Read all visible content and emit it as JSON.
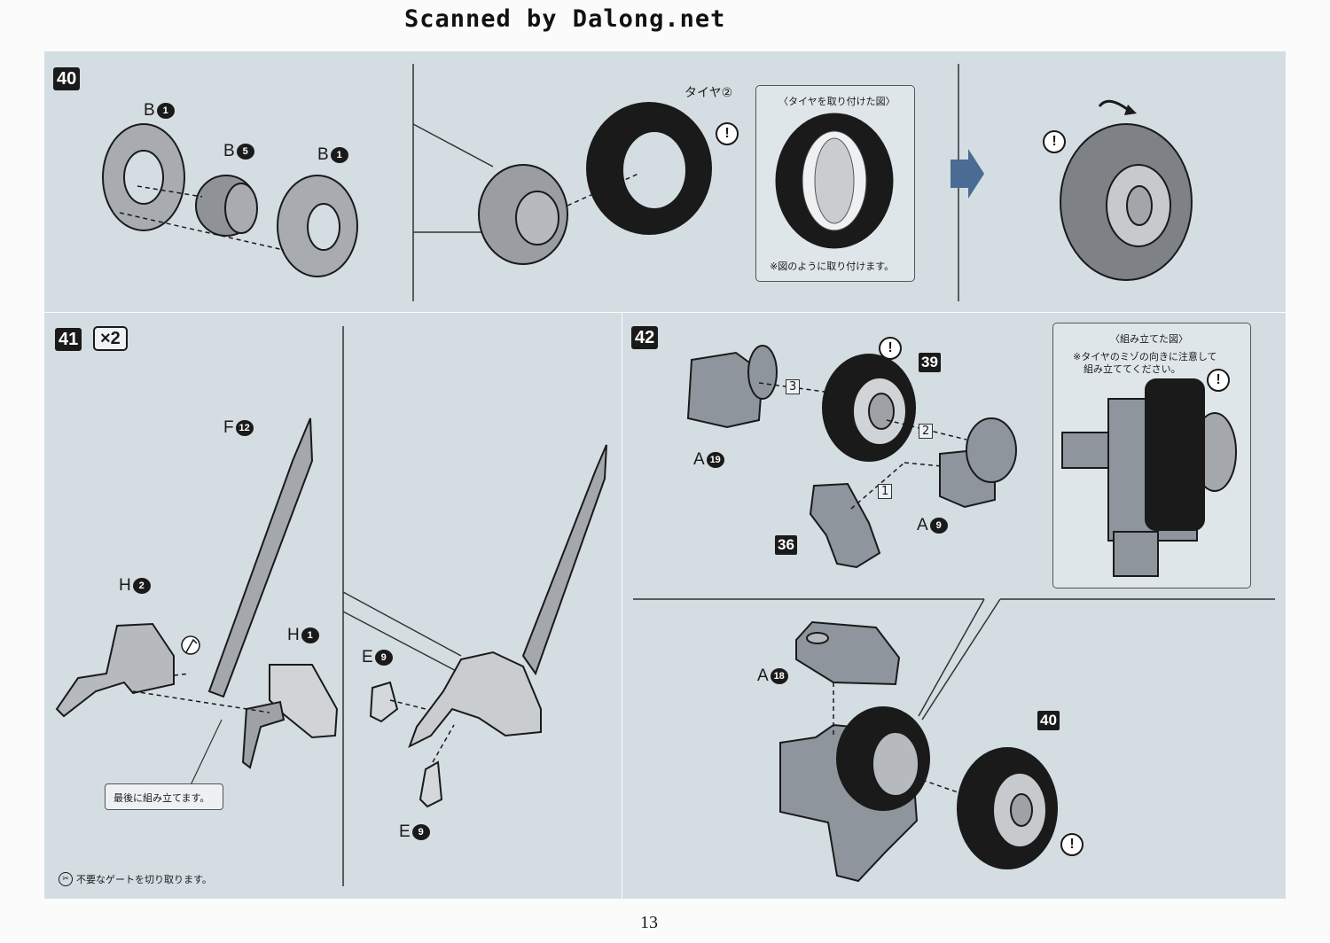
{
  "watermark": "Scanned by Dalong.net",
  "page_number": "13",
  "step40": {
    "badge": "40",
    "parts": {
      "b1a_letter": "B",
      "b1a_num": "1",
      "b5_letter": "B",
      "b5_num": "5",
      "b1b_letter": "B",
      "b1b_num": "1"
    },
    "tire_label": "タイヤ②",
    "inset_title": "〈タイヤを取り付けた図〉",
    "inset_note": "※図のように取り付けます。",
    "alert_mark": "!"
  },
  "step41": {
    "badge": "41",
    "multiplier": "×2",
    "parts": {
      "f_letter": "F",
      "f_num": "12",
      "h2_letter": "H",
      "h2_num": "2",
      "h1_letter": "H",
      "h1_num": "1",
      "e9a_letter": "E",
      "e9a_num": "9",
      "e9b_letter": "E",
      "e9b_num": "9"
    },
    "last_note": "最後に組み立てます。",
    "gate_note": "不要なゲートを切り取ります。"
  },
  "step42": {
    "badge": "42",
    "parts": {
      "a19_letter": "A",
      "a19_num": "19",
      "a9_letter": "A",
      "a9_num": "9",
      "a18_letter": "A",
      "a18_num": "18"
    },
    "refs": {
      "r39": "39",
      "r36": "36",
      "r40": "40"
    },
    "order": {
      "o1": "1",
      "o2": "2",
      "o3": "3"
    },
    "inset_title": "〈組み立てた図〉",
    "inset_note_1": "※タイヤのミゾの向きに注意して",
    "inset_note_2": "組み立ててください。",
    "alert_mark": "!"
  }
}
